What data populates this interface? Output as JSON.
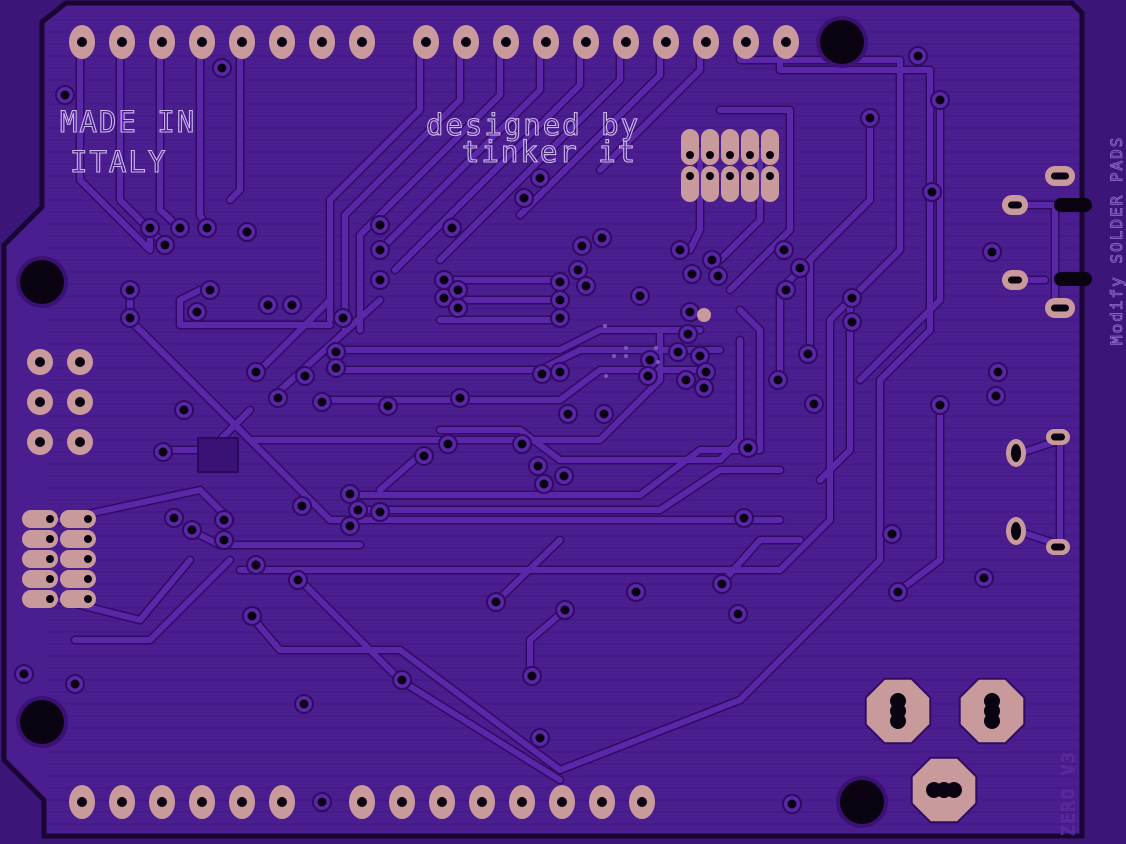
{
  "board": {
    "silkscreen": {
      "made_in_line1": "MADE IN",
      "made_in_line2": "ITALY",
      "designed_by_line1": "designed by",
      "designed_by_line2": "tinker it",
      "side_note": "Modify SOLDER PADS",
      "version": "ZERO V3"
    },
    "colors": {
      "background": "#3b1577",
      "board": "#4a1e8f",
      "outline": "#1a0632",
      "trace": "#5a27a8",
      "trace_edge": "#2f0c62",
      "pad": "#c99a9c",
      "hole": "#0a0312"
    },
    "header_top_left_pins": 8,
    "header_top_right_pins": 10,
    "header_bottom_left_pins": 6,
    "header_bottom_right_pins": 8,
    "mounting_holes": 4
  }
}
